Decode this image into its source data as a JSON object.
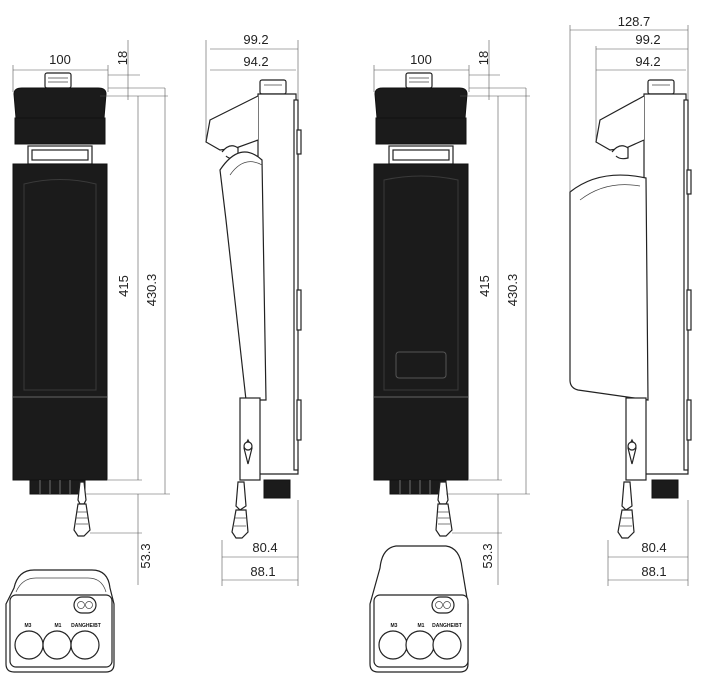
{
  "views": {
    "front_left": {
      "width_label": "100",
      "top_offset_label": "18",
      "height_label": "415",
      "total_height_label": "430.3",
      "bottom_label": "53.3"
    },
    "side_left": {
      "top_label_1": "99.2",
      "top_label_2": "94.2",
      "bottom_label_1": "80.4",
      "bottom_label_2": "88.1"
    },
    "front_right": {
      "width_label": "100",
      "top_offset_label": "18",
      "height_label": "415",
      "total_height_label": "430.3",
      "bottom_label": "53.3"
    },
    "side_right": {
      "top_label_0": "128.7",
      "top_label_1": "99.2",
      "top_label_2": "94.2",
      "bottom_label_1": "80.4",
      "bottom_label_2": "88.1"
    }
  },
  "bottom_views": {
    "left_labels": [
      "M3",
      "M1",
      "DANGHE/BT"
    ],
    "right_labels": [
      "M3",
      "M1",
      "DANGHE/BT"
    ]
  }
}
